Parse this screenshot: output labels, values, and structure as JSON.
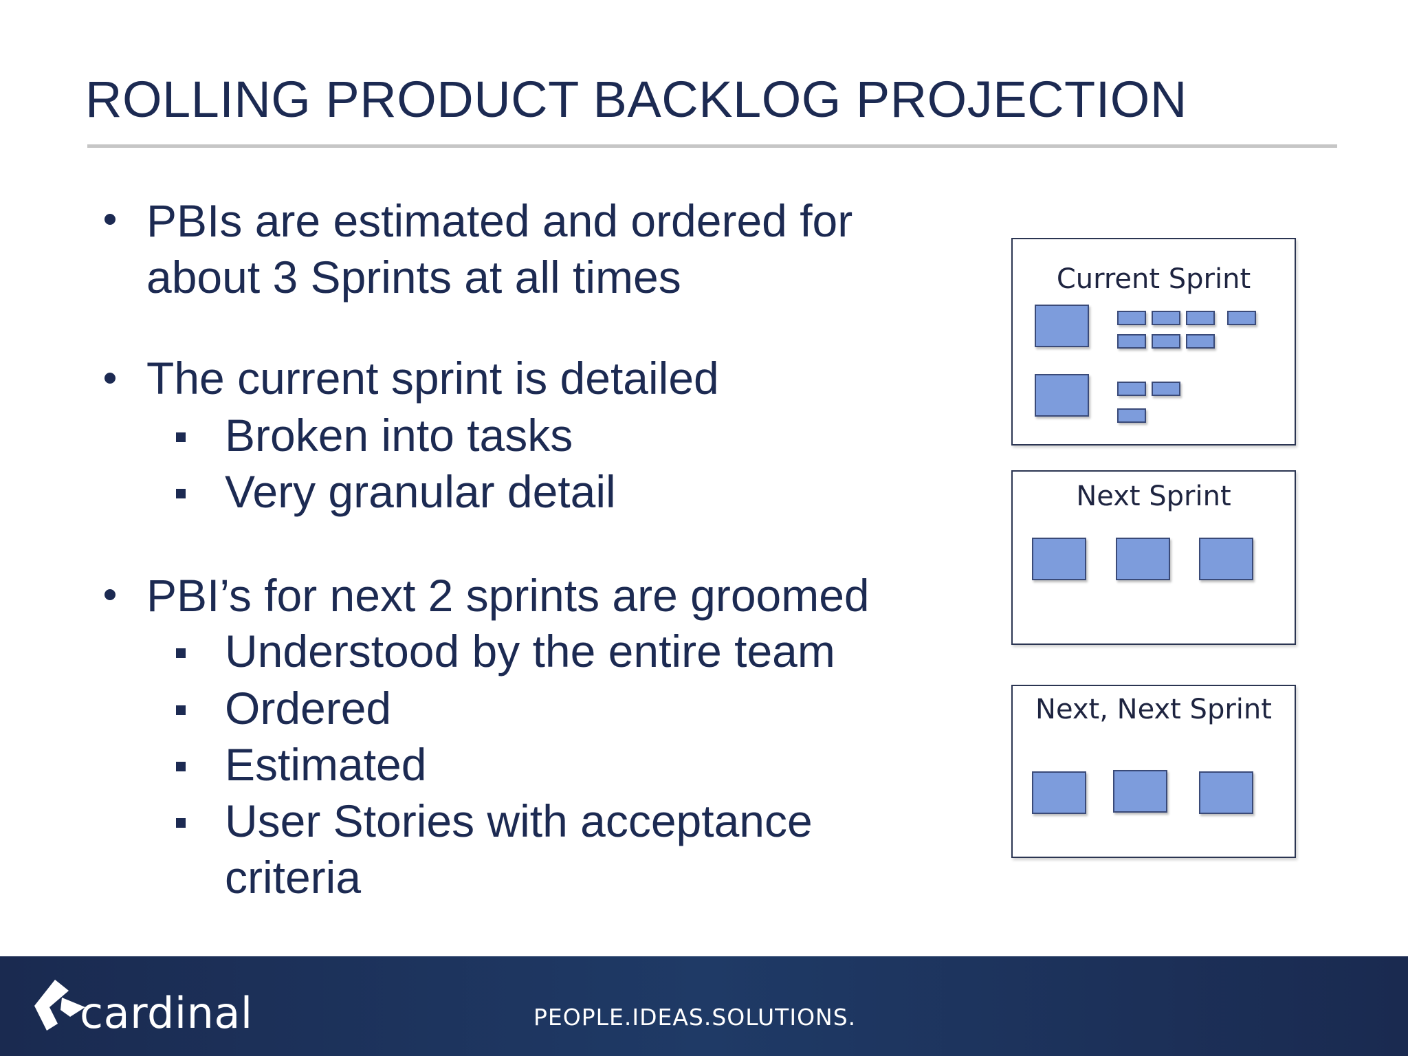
{
  "slide": {
    "title": "ROLLING PRODUCT BACKLOG PROJECTION"
  },
  "bullets": [
    {
      "lines": [
        "PBIs are estimated and ordered for",
        "about 3 Sprints at all times"
      ],
      "subitems": []
    },
    {
      "lines": [
        "The current sprint is detailed"
      ],
      "subitems": [
        {
          "lines": [
            "Broken into tasks"
          ]
        },
        {
          "lines": [
            "Very granular detail"
          ]
        }
      ]
    },
    {
      "lines": [
        "PBI’s for next 2 sprints are groomed"
      ],
      "subitems": [
        {
          "lines": [
            "Understood by the entire team"
          ]
        },
        {
          "lines": [
            "Ordered"
          ]
        },
        {
          "lines": [
            "Estimated"
          ]
        },
        {
          "lines": [
            "User Stories with acceptance",
            "criteria"
          ]
        }
      ]
    }
  ],
  "sprints": [
    {
      "title": "Current Sprint"
    },
    {
      "title": "Next Sprint"
    },
    {
      "title": "Next, Next Sprint"
    }
  ],
  "footer": {
    "logo_text": "cardinal",
    "tagline": "PEOPLE.IDEAS.SOLUTIONS."
  },
  "colors": {
    "text": "#1c2a52",
    "card_fill": "#7d9cdc",
    "footer_bg": "#1a2a50"
  },
  "icons": {
    "logo": "cardinal-logo-icon"
  }
}
